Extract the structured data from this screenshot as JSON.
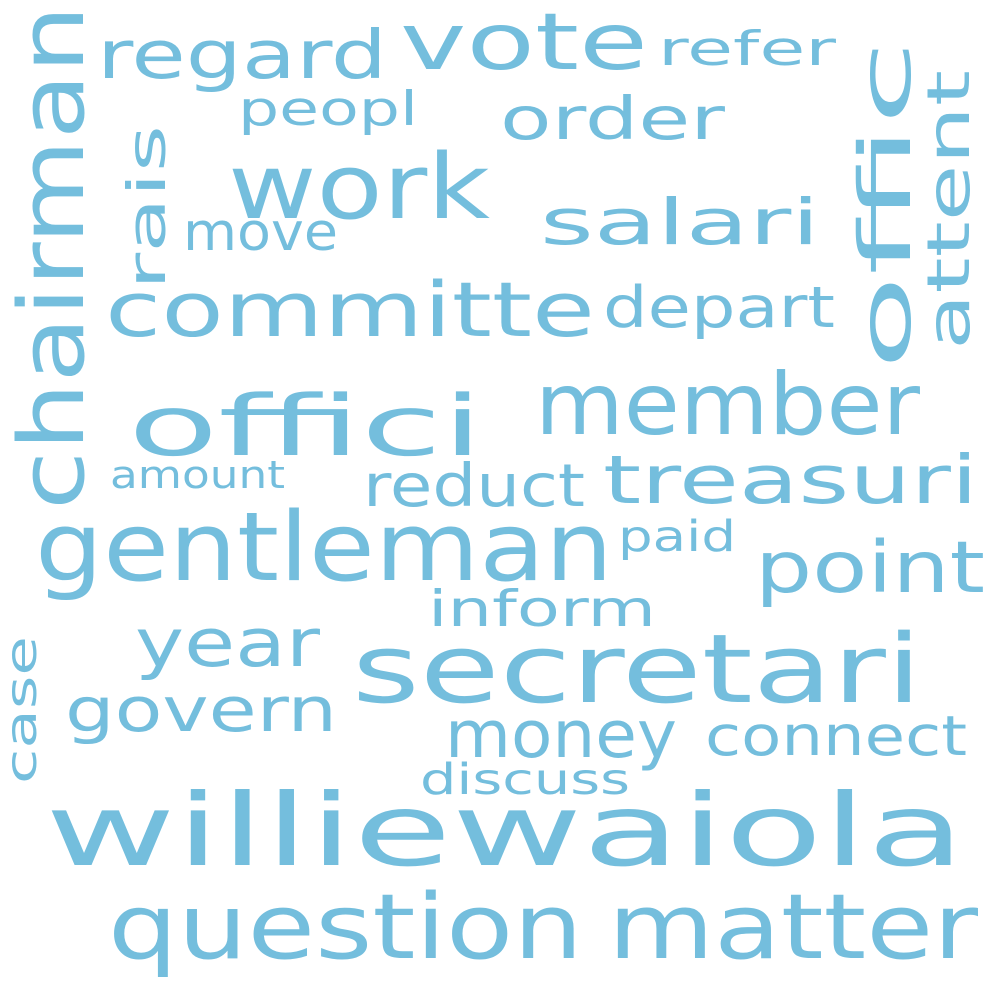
{
  "colors": {
    "background": "#ffffff",
    "word": "#74bedd"
  },
  "words": [
    {
      "text": "williewaiola",
      "weight": 100
    },
    {
      "text": "secretari",
      "weight": 72
    },
    {
      "text": "gentleman",
      "weight": 70
    },
    {
      "text": "question",
      "weight": 68
    },
    {
      "text": "matter",
      "weight": 66
    },
    {
      "text": "chairman",
      "weight": 64
    },
    {
      "text": "committe",
      "weight": 63
    },
    {
      "text": "member",
      "weight": 61
    },
    {
      "text": "offici",
      "weight": 60
    },
    {
      "text": "offic",
      "weight": 58
    },
    {
      "text": "vote",
      "weight": 57
    },
    {
      "text": "work",
      "weight": 55
    },
    {
      "text": "treasuri",
      "weight": 48
    },
    {
      "text": "point",
      "weight": 46
    },
    {
      "text": "money",
      "weight": 44
    },
    {
      "text": "regard",
      "weight": 43
    },
    {
      "text": "order",
      "weight": 42
    },
    {
      "text": "salari",
      "weight": 41
    },
    {
      "text": "attent",
      "weight": 40
    },
    {
      "text": "govern",
      "weight": 40
    },
    {
      "text": "year",
      "weight": 39
    },
    {
      "text": "depart",
      "weight": 38
    },
    {
      "text": "connect",
      "weight": 36
    },
    {
      "text": "inform",
      "weight": 35
    },
    {
      "text": "reduct",
      "weight": 35
    },
    {
      "text": "refer",
      "weight": 32
    },
    {
      "text": "peopl",
      "weight": 31
    },
    {
      "text": "rais",
      "weight": 30
    },
    {
      "text": "move",
      "weight": 29
    },
    {
      "text": "case",
      "weight": 28
    },
    {
      "text": "discuss",
      "weight": 27
    },
    {
      "text": "amount",
      "weight": 26
    },
    {
      "text": "paid",
      "weight": 25
    }
  ]
}
